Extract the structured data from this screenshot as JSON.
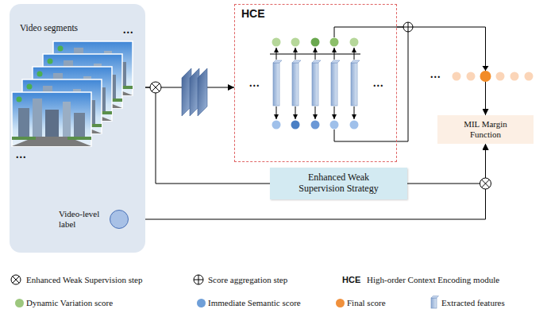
{
  "diagram": {
    "nodes": [
      {
        "text": [
          "Video segments"
        ]
      },
      {
        "text": [
          "Video-level label"
        ],
        "in": 0
      },
      {
        "text": [
          "HCE"
        ]
      },
      {
        "text": [
          "Enhanced Weak Supervision Strategy"
        ]
      },
      {
        "text": [
          "MIL Margin Function"
        ]
      }
    ],
    "edges": [
      {
        "from": 0,
        "to": 2,
        "arrow": "to"
      },
      {
        "from": 2,
        "to": 4,
        "arrow": "to"
      },
      {
        "from": 3,
        "to": 4,
        "arrow": "to"
      },
      {
        "from": 1,
        "to": 4,
        "arrow": "to"
      },
      {
        "from": 0,
        "to": 3,
        "arrow": "none"
      }
    ],
    "labels": [
      "...",
      "...",
      "...",
      "...",
      "...",
      "HCE"
    ],
    "legend": [
      {
        "text": "Enhanced Weak Supervision step"
      },
      {
        "text": "Score aggregation step"
      },
      {
        "text": "High-order Context Encoding module"
      },
      {
        "text": "Dynamic Variation score",
        "color": "#9dc77e"
      },
      {
        "text": "Immediate Semantic score",
        "color": "#6f9fd8"
      },
      {
        "text": "Final score",
        "color": "#f0903c"
      },
      {
        "text": "Extracted features"
      }
    ]
  }
}
